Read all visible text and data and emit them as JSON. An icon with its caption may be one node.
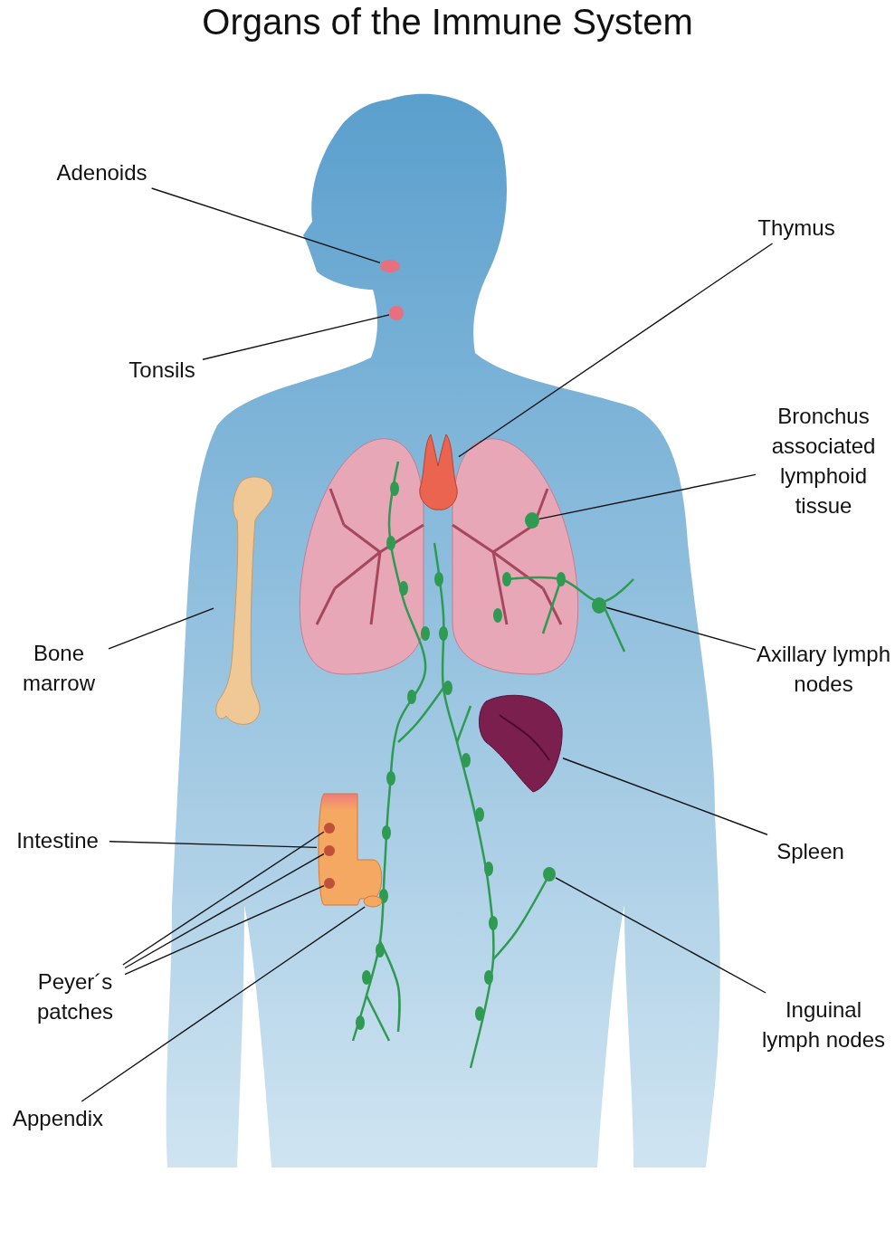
{
  "diagram": {
    "title": "Organs of the Immune System",
    "nodes": [
      {
        "text": [
          "Adenoids"
        ]
      },
      {
        "text": [],
        "shape": "circle"
      },
      {
        "text": [
          "Tonsils"
        ]
      },
      {
        "text": [],
        "shape": "circle"
      },
      {
        "text": [
          "Thymus"
        ]
      },
      {
        "text": [],
        "shape": "picture"
      },
      {
        "text": [
          "Bronchus associated lymphoid tissue"
        ]
      },
      {
        "text": [],
        "shape": "circle"
      },
      {
        "text": [
          "Bone marrow"
        ]
      },
      {
        "text": [],
        "shape": "picture"
      },
      {
        "text": [
          "Axillary lymph nodes"
        ]
      },
      {
        "text": [],
        "shape": "circle"
      },
      {
        "text": [
          "Intestine"
        ]
      },
      {
        "text": [],
        "shape": "picture"
      },
      {
        "text": [
          "Spleen"
        ]
      },
      {
        "text": [],
        "shape": "picture"
      },
      {
        "text": [
          "Peyer´s patches"
        ]
      },
      {
        "text": [],
        "shape": "circle",
        "in": 13
      },
      {
        "text": [],
        "shape": "circle",
        "in": 13
      },
      {
        "text": [],
        "shape": "circle",
        "in": 13
      },
      {
        "text": [
          "Inguinal lymph nodes"
        ]
      },
      {
        "text": [],
        "shape": "circle"
      },
      {
        "text": [
          "Appendix"
        ]
      },
      {
        "text": [],
        "shape": "circle"
      }
    ],
    "edges": [
      {
        "from": 0,
        "to": 1,
        "arrow": "none"
      },
      {
        "from": 2,
        "to": 3,
        "arrow": "none"
      },
      {
        "from": 4,
        "to": 5,
        "arrow": "none"
      },
      {
        "from": 6,
        "to": 7,
        "arrow": "none"
      },
      {
        "from": 8,
        "to": 9,
        "arrow": "none"
      },
      {
        "from": 10,
        "to": 11,
        "arrow": "none"
      },
      {
        "from": 12,
        "to": 13,
        "arrow": "none"
      },
      {
        "from": 14,
        "to": 15,
        "arrow": "none"
      },
      {
        "from": 16,
        "to": 17,
        "arrow": "none"
      },
      {
        "from": 16,
        "to": 18,
        "arrow": "none"
      },
      {
        "from": 16,
        "to": 19,
        "arrow": "none"
      },
      {
        "from": 20,
        "to": 21,
        "arrow": "none"
      },
      {
        "from": 22,
        "to": 23,
        "arrow": "none"
      }
    ]
  }
}
